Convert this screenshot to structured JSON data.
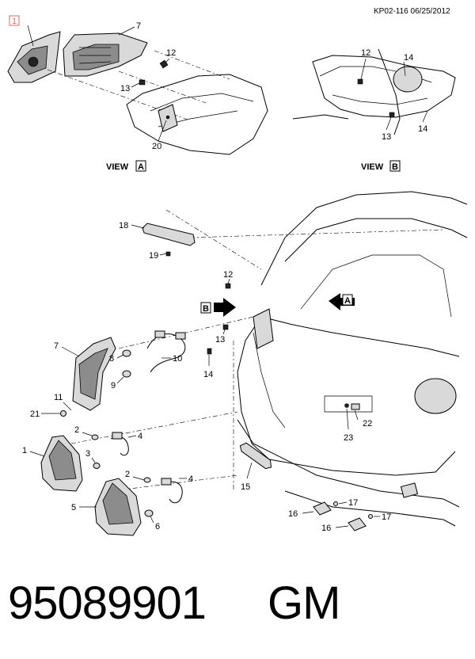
{
  "header": {
    "reference": "KP02-116 06/25/2012"
  },
  "footer": {
    "part_number": "95089901",
    "brand": "GM"
  },
  "views": {
    "view_a_label": "VIEW",
    "view_a_letter": "A",
    "view_b_label": "VIEW",
    "view_b_letter": "B",
    "callout_a": "A",
    "callout_b": "B"
  },
  "callouts": {
    "c1_box": "1",
    "c7_top": "7",
    "c12_top": "12",
    "c13_top": "13",
    "c20": "20",
    "c12_b": "12",
    "c14_b_top": "14",
    "c13_b": "13",
    "c14_b_bot": "14",
    "c18": "18",
    "c19": "19",
    "c12_mid": "12",
    "c13_mid": "13",
    "c14_mid": "14",
    "c7_mid": "7",
    "c8": "8",
    "c10": "10",
    "c9": "9",
    "c11": "11",
    "c21": "21",
    "c2_a": "2",
    "c4_a": "4",
    "c1": "1",
    "c3": "3",
    "c2_b": "2",
    "c4_b": "4",
    "c5": "5",
    "c6": "6",
    "c15": "15",
    "c22": "22",
    "c23": "23",
    "c16_a": "16",
    "c17_a": "17",
    "c16_b": "16",
    "c17_b": "17"
  },
  "colors": {
    "line": "#000000",
    "part_fill": "#d9d9d9",
    "dark_fill": "#8c8c8c",
    "box_highlight": "#e06666"
  }
}
